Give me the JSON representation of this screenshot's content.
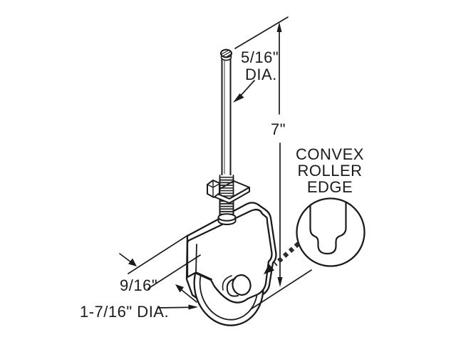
{
  "diagram": {
    "background_color": "#ffffff",
    "line_color": "#1b1b1b",
    "labels": {
      "stem_diameter_value": "5/16\"",
      "stem_diameter_unit": "DIA.",
      "overall_length": "7\"",
      "housing_depth": "9/16\"",
      "roller_diameter": "1-7/16\" DIA.",
      "callout_line1": "CONVEX",
      "callout_line2": "ROLLER",
      "callout_line3": "EDGE"
    }
  }
}
